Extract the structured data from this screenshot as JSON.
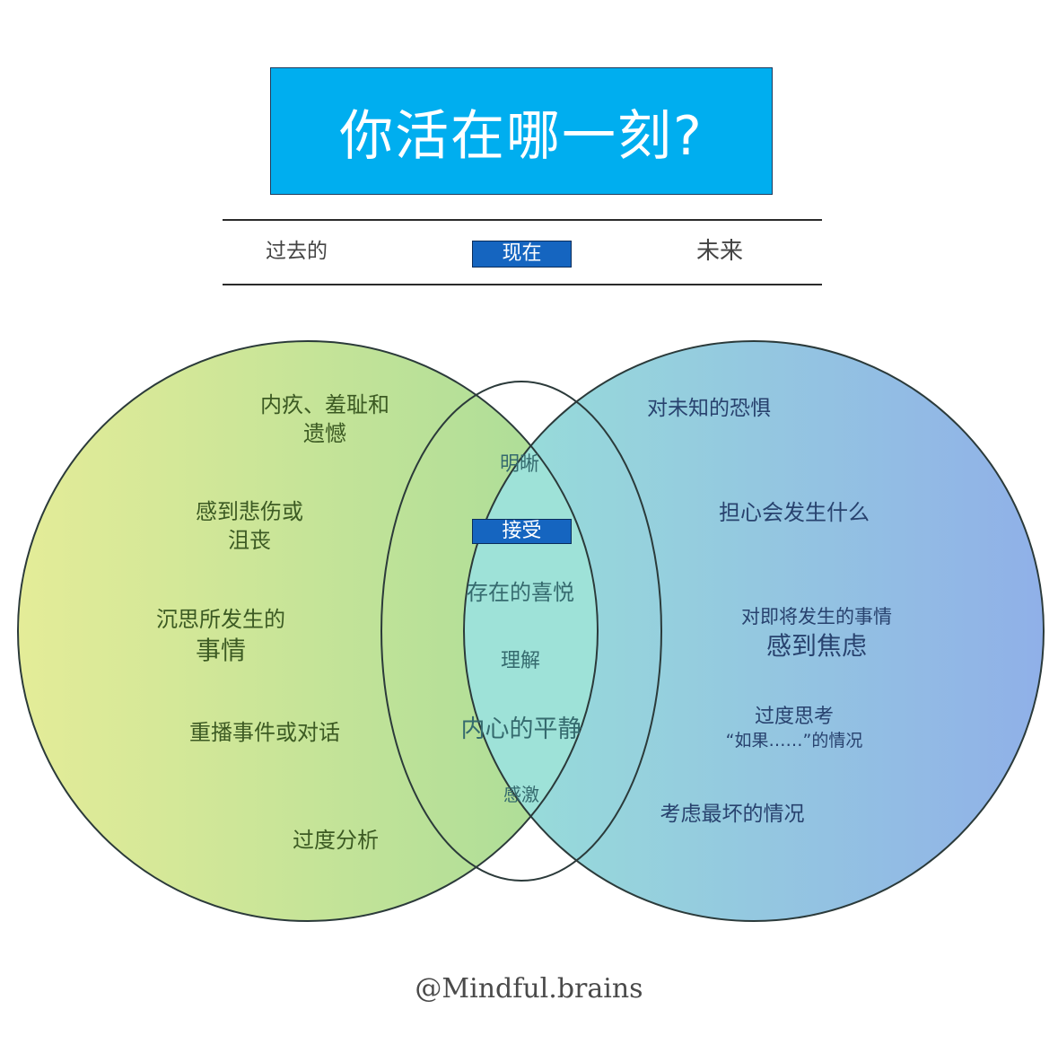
{
  "title": "你活在哪一刻?",
  "timeline": {
    "past": "过去的",
    "present": "现在",
    "future": "未来"
  },
  "venn": {
    "past": {
      "items": [
        [
          "内疚、羞耻和",
          "遗憾"
        ],
        [
          "感到悲伤或",
          "沮丧"
        ],
        [
          "沉思所发生的",
          "事情"
        ],
        [
          "重播事件或对话"
        ],
        [
          "过度分析"
        ]
      ]
    },
    "present": {
      "items": [
        [
          "明晰"
        ],
        [
          "接受"
        ],
        [
          "存在的喜悦"
        ],
        [
          "理解"
        ],
        [
          "内心的平静"
        ],
        [
          "感激"
        ]
      ]
    },
    "future": {
      "items": [
        [
          "对未知的恐惧"
        ],
        [
          "担心会发生什么"
        ],
        [
          "对即将发生的事情",
          "感到焦虑"
        ],
        [
          "过度思考",
          "“如果……”的情况"
        ],
        [
          "考虑最坏的情况"
        ]
      ]
    }
  },
  "colors": {
    "title_bg": "#00aeef",
    "tag_bg": "#1565c0",
    "past_circle_from": "#e4ec98",
    "past_circle_to": "#a8dc98",
    "future_circle_from": "#98e0d8",
    "future_circle_to": "#90b0e8",
    "overlap": "#9ee2d8"
  },
  "credit": "@Mindful.brains"
}
